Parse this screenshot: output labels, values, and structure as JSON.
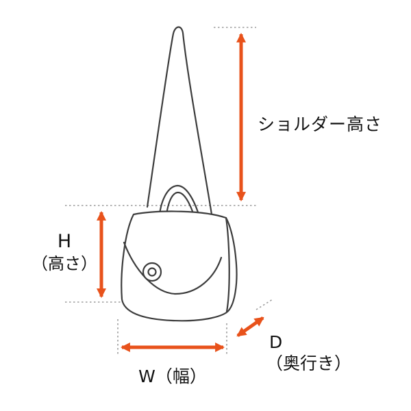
{
  "diagram": {
    "type": "product-dimension-diagram",
    "subject": "shoulder-bag-line-drawing",
    "labels": {
      "shoulder_height": "ショルダー高さ",
      "height_letter": "H",
      "height_name": "（高さ）",
      "width": "W（幅）",
      "depth_letter": "D",
      "depth_name": "（奥行き）"
    },
    "colors": {
      "arrow": "#E8521B",
      "outline": "#3C3C3C",
      "guide": "#9B9B9B",
      "text": "#111111",
      "background": "#FFFFFF"
    }
  }
}
